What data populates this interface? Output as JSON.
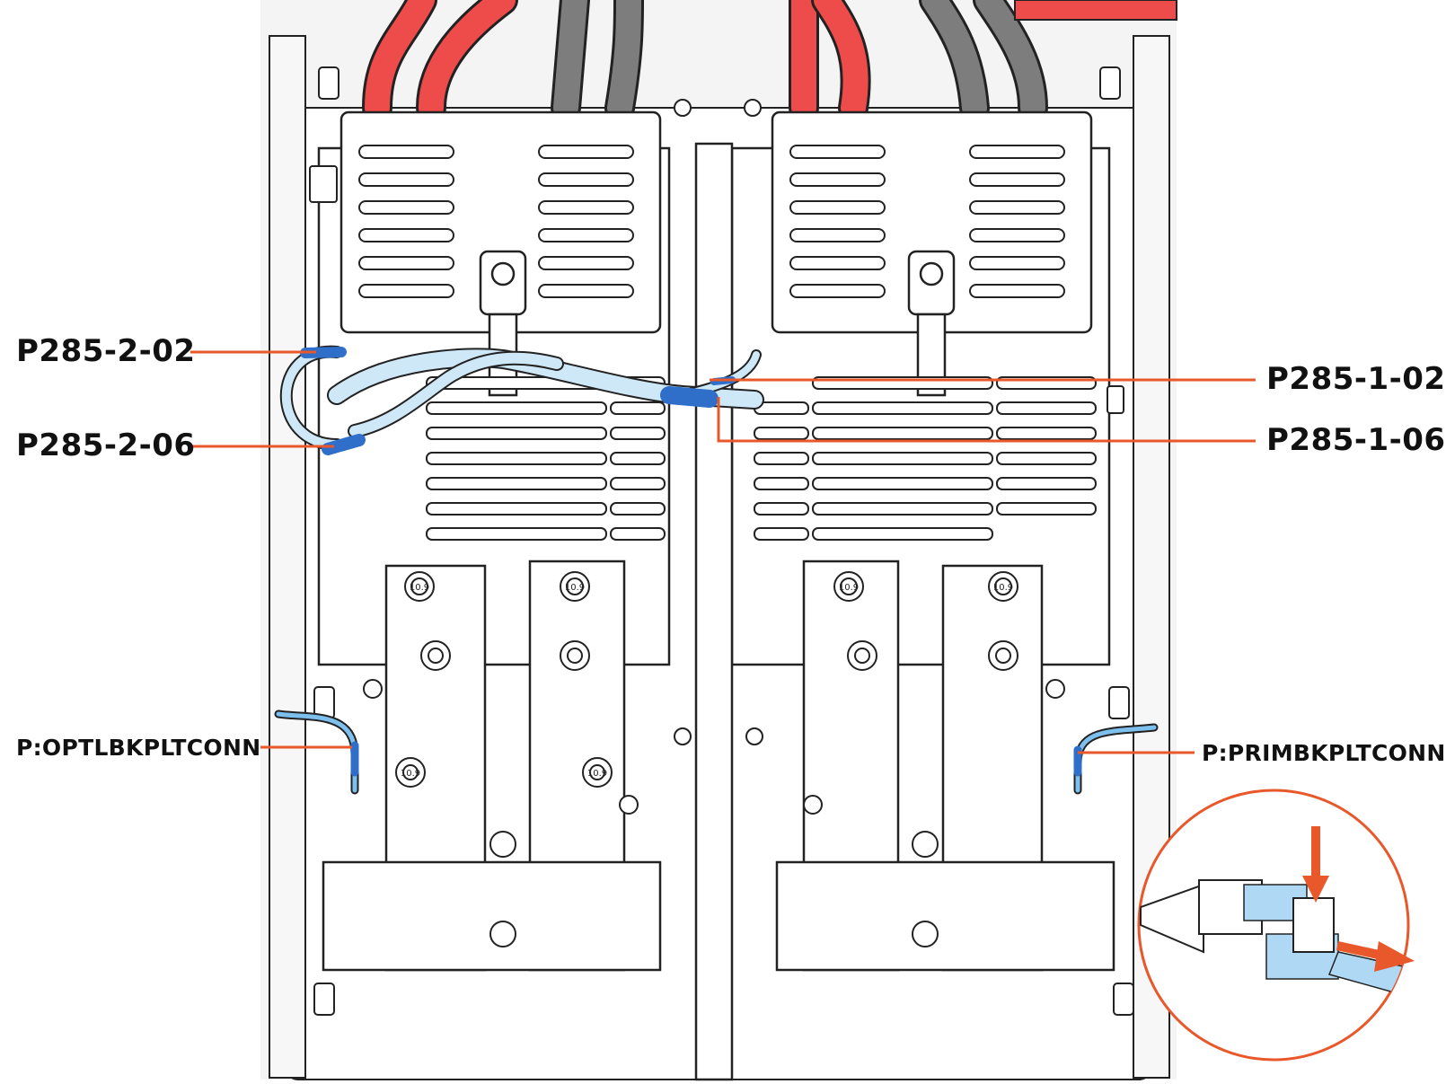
{
  "labels": {
    "p285_2_02": "P285-2-02",
    "p285_2_06": "P285-2-06",
    "p285_1_02": "P285-1-02",
    "p285_1_06": "P285-1-06",
    "optl_conn": "P:OPTLBKPLTCONN",
    "prim_conn": "P:PRIMBKPLTCONN"
  },
  "torque_marks": [
    "10.9",
    "10.9",
    "10.9",
    "10.9",
    "10.9",
    "10.9"
  ],
  "colors": {
    "callout_line": "#e8582a",
    "cable_red": "#ee4b4b",
    "cable_gray": "#7d7d7d",
    "harness_light": "#cfe8f8",
    "harness_blue": "#2f6fc9",
    "connector_fill": "#aed8f4",
    "outline": "#222222"
  },
  "icons": [
    "down-arrow-icon",
    "right-arrow-icon"
  ]
}
